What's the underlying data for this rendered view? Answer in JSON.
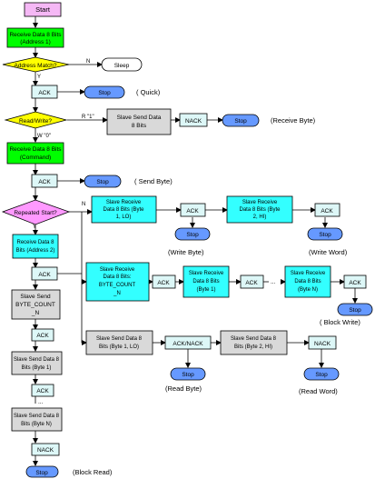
{
  "nodes": {
    "start": "Start",
    "recv_addr1": [
      "Receive Data 8 Bits",
      "(Address 1)"
    ],
    "addr_match": "Address Match?",
    "n_label": "N",
    "y_label": "Y",
    "sleep": "Sleep",
    "ack": "ACK",
    "nack": "NACK",
    "acknack": "ACK/NACK",
    "stop": "Stop",
    "quick": "( Quick)",
    "read_write": "Read/Write?",
    "r_one": "R \"1\"",
    "w_zero": "W \"0\"",
    "slave_send_8": [
      "Slave Send Data",
      "8 Bits"
    ],
    "receive_byte": "(Receive Byte)",
    "recv_cmd": [
      "Receive Data 8 Bits",
      "(Command)"
    ],
    "send_byte": "( Send Byte)",
    "repeated_start": "Repeated Start?",
    "slave_recv_b1lo": [
      "Slave Receive",
      "Data 8 Bits (Byte",
      "1, LO)"
    ],
    "slave_recv_b2hi": [
      "Slave Receive",
      "Data 8 Bits (Byte",
      "2, HI)"
    ],
    "write_byte": "(Write Byte)",
    "write_word": "(Write Word)",
    "recv_addr2": [
      "Receive Data 8",
      "Bits (Address 2)"
    ],
    "slave_recv_count": [
      "Slave Receive",
      "Data 8 Bits:",
      "BYTE_COUNT",
      "_N"
    ],
    "slave_recv_byte1": [
      "Slave Receive",
      "Data 8 Bits",
      "(Byte 1)"
    ],
    "ellipsis": "...",
    "slave_recv_byten": [
      "Slave Receive",
      "Data 8 Bits",
      "(Byte N)"
    ],
    "block_write": "( Block Write)",
    "slave_send_count": [
      "Slave Send",
      "BYTE_COUNT",
      "_N"
    ],
    "slave_send_byte1": [
      "Slave Send Data 8",
      "Bits (Byte 1)"
    ],
    "slave_send_b1lo": [
      "Slave Send Data 8",
      "Bits (Byte 1, LO)"
    ],
    "slave_send_b2hi": [
      "Slave Send Data 8",
      "Bits (Byte 2, HI)"
    ],
    "read_byte": "(Read Byte)",
    "read_word": "(Read Word)",
    "slave_send_byten": [
      "Slave Send Data 8",
      "Bits (Byte N)"
    ],
    "block_read": "(Block Read)"
  },
  "colors": {
    "start": "#f5b8f5",
    "receive": "#00ff00",
    "decision": "#ffff00",
    "repeated_decision": "#ff99ff",
    "ack_box": "#ddf7f7",
    "stop": "#6699ff",
    "slave_receive": "#33ffff",
    "slave_send": "#d9d9d9",
    "sleep": "#ffffff",
    "line": "#000000"
  }
}
